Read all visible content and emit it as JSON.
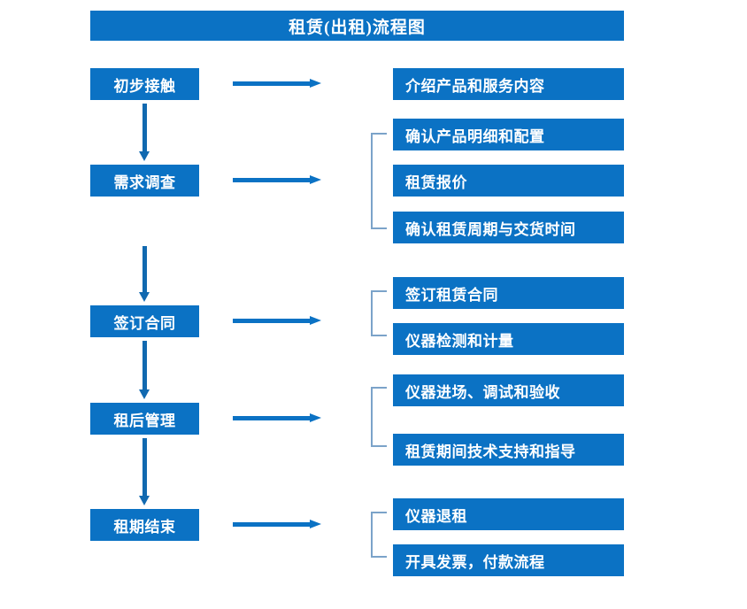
{
  "title": "租赁(出租)流程图",
  "colors": {
    "box_blue": "#0b72c4",
    "arrow_blue": "#1169b0",
    "bracket_gray_blue": "#7ba3c9",
    "text_white": "#ffffff",
    "background": "#ffffff"
  },
  "stages": [
    {
      "label": "初步接触"
    },
    {
      "label": "需求调查"
    },
    {
      "label": "签订合同"
    },
    {
      "label": "租后管理"
    },
    {
      "label": "租期结束"
    }
  ],
  "details": [
    {
      "label": "介绍产品和服务内容"
    },
    {
      "label": "确认产品明细和配置"
    },
    {
      "label": "租赁报价"
    },
    {
      "label": "确认租赁周期与交货时间"
    },
    {
      "label": "签订租赁合同"
    },
    {
      "label": "仪器检测和计量"
    },
    {
      "label": "仪器进场、调试和验收"
    },
    {
      "label": "租赁期间技术支持和指导"
    },
    {
      "label": "仪器退租"
    },
    {
      "label": "开具发票，付款流程"
    }
  ],
  "groups": [
    {
      "stage": "初步接触",
      "details": [
        "介绍产品和服务内容"
      ],
      "bracket": false
    },
    {
      "stage": "需求调查",
      "details": [
        "确认产品明细和配置",
        "租赁报价",
        "确认租赁周期与交货时间"
      ],
      "bracket": true
    },
    {
      "stage": "签订合同",
      "details": [
        "签订租赁合同",
        "仪器检测和计量"
      ],
      "bracket": true
    },
    {
      "stage": "租后管理",
      "details": [
        "仪器进场、调试和验收",
        "租赁期间技术支持和指导"
      ],
      "bracket": true
    },
    {
      "stage": "租期结束",
      "details": [
        "仪器退租",
        "开具发票，付款流程"
      ],
      "bracket": true
    }
  ]
}
